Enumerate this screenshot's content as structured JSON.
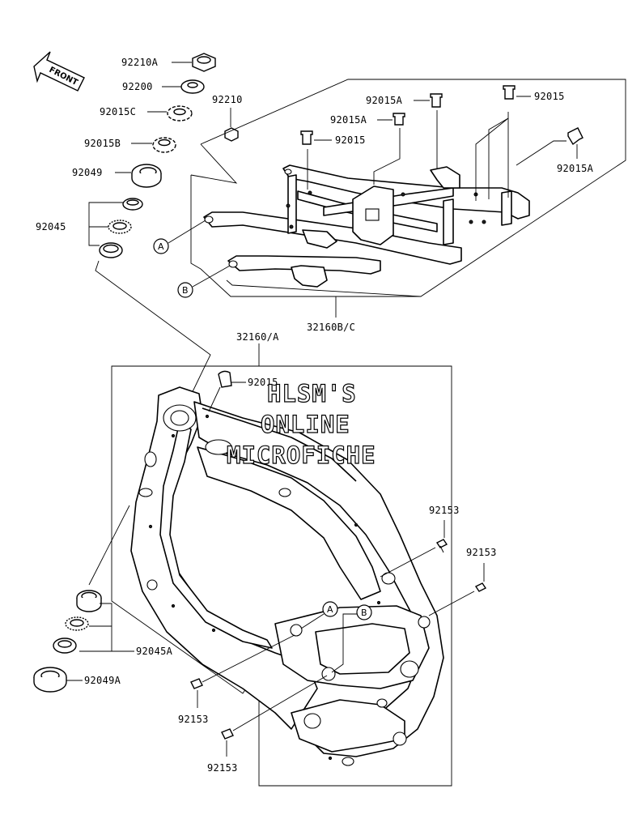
{
  "front_badge": "FRONT",
  "watermark": {
    "line1": "HLSM'S",
    "line2": "ONLINE",
    "line3": "MICROFICHE"
  },
  "callouts": {
    "a": "A",
    "b": "B"
  },
  "labels": {
    "p92210A": "92210A",
    "p92200": "92200",
    "p92015C": "92015C",
    "p92210": "92210",
    "p92015B": "92015B",
    "p92049": "92049",
    "p92045": "92045",
    "p92015A_top": "92015A",
    "p92015_top": "92015",
    "p92015A_mid": "92015A",
    "p92015_mid": "92015",
    "p92015A_right": "92015A",
    "p32160BC": "32160B/C",
    "p32160A": "32160/A",
    "p92015_frame": "92015",
    "p92153_r1": "92153",
    "p92153_r2": "92153",
    "p92045A": "92045A",
    "p92049A": "92049A",
    "p92153_l1": "92153",
    "p92153_l2": "92153"
  }
}
